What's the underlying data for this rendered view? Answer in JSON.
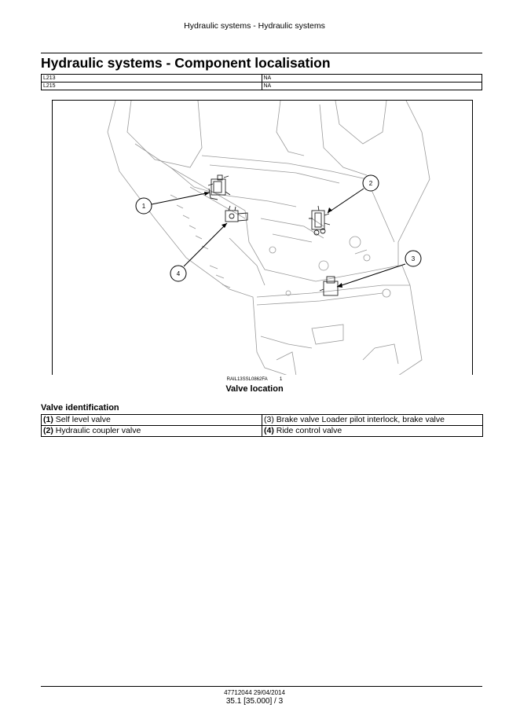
{
  "header": {
    "running_title": "Hydraulic systems - Hydraulic systems"
  },
  "page_title": "Hydraulic systems - Component localisation",
  "models": [
    {
      "model": "L213",
      "value": "NA"
    },
    {
      "model": "L215",
      "value": "NA"
    }
  ],
  "figure": {
    "image_id": "RAIL13SSL0862FA",
    "number": "1",
    "caption": "Valve location",
    "callouts": [
      "1",
      "2",
      "3",
      "4"
    ]
  },
  "valves": {
    "heading": "Valve identification",
    "rows": [
      [
        {
          "num": "(1)",
          "label": " Self level valve"
        },
        {
          "num": "(3)",
          "label": " Brake valve Loader pilot interlock, brake valve"
        }
      ],
      [
        {
          "num": "(2)",
          "label": " Hydraulic coupler valve"
        },
        {
          "num": "(4)",
          "label": " Ride control valve"
        }
      ]
    ]
  },
  "footer": {
    "doc_id": "47712044 29/04/2014",
    "page": "35.1 [35.000] / 3"
  }
}
